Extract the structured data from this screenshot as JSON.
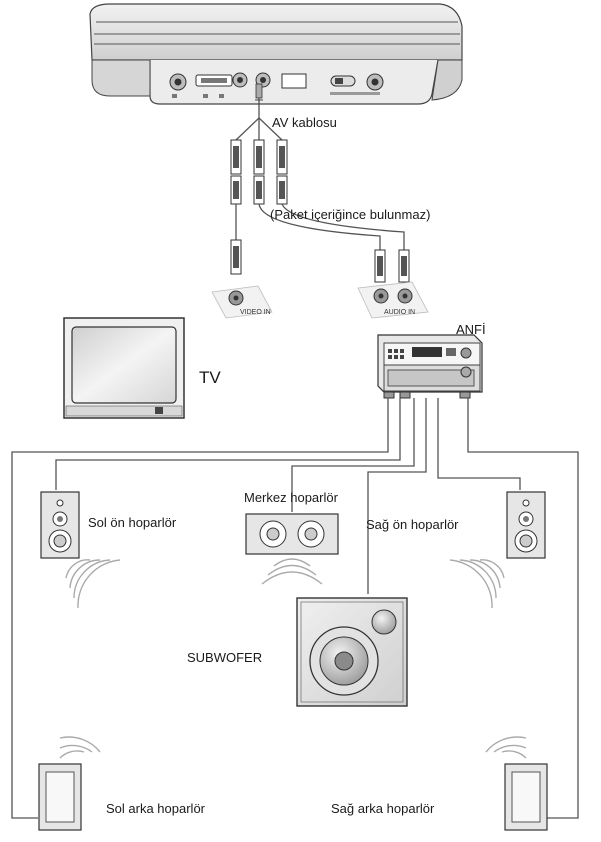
{
  "labels": {
    "av_cable": "AV kablosu",
    "not_supplied": "(Paket içeriğince bulunmaz)",
    "video_in": "VIDEO IN",
    "audio_in": "AUDIO IN",
    "amplifier": "ANFİ",
    "tv": "TV",
    "left_front": "Sol ön hoparlör",
    "center": "Merkez hoparlör",
    "right_front": "Sağ ön hoparlör",
    "subwoofer": "SUBWOFER",
    "left_rear": "Sol arka hoparlör",
    "right_rear": "Sağ arka hoparlör"
  },
  "colors": {
    "line": "#555555",
    "device_fill": "#e4e4e4",
    "device_dark": "#8a8a8a"
  }
}
